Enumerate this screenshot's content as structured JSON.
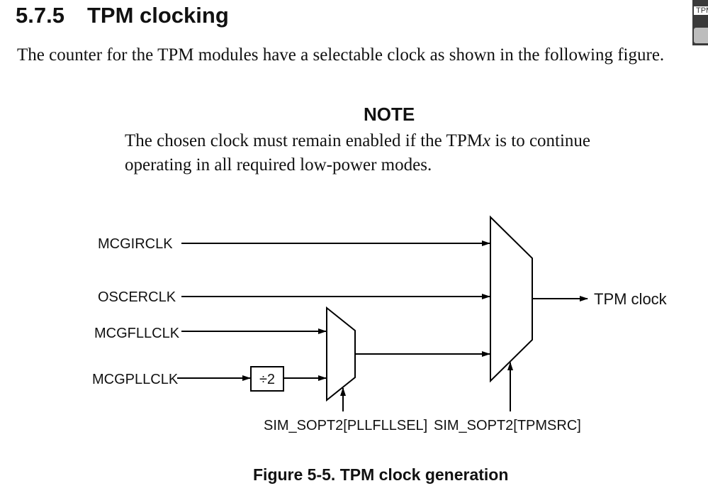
{
  "section": {
    "number": "5.7.5",
    "title": "TPM clocking"
  },
  "intro": "The counter for the TPM modules have a selectable clock as shown in the following figure.",
  "note": {
    "title": "NOTE",
    "text_before": "The chosen clock must remain enabled if the TPM",
    "text_var": "x",
    "text_after": " is to continue operating in all required low-power modes."
  },
  "diagram": {
    "inputs": {
      "mcgirclk": "MCGIRCLK",
      "oscerclk": "OSCERCLK",
      "mcgfllclk": "MCGFLLCLK",
      "mcgpllclk": "MCGPLLCLK"
    },
    "divider": "÷2",
    "output": "TPM clock",
    "select_pllfllsel": "SIM_SOPT2[PLLFLLSEL]",
    "select_tpmsrc": "SIM_SOPT2[TPMSRC]"
  },
  "caption": "Figure 5-5. TPM clock generation",
  "sidebar_tab": {
    "label": "TPM"
  }
}
